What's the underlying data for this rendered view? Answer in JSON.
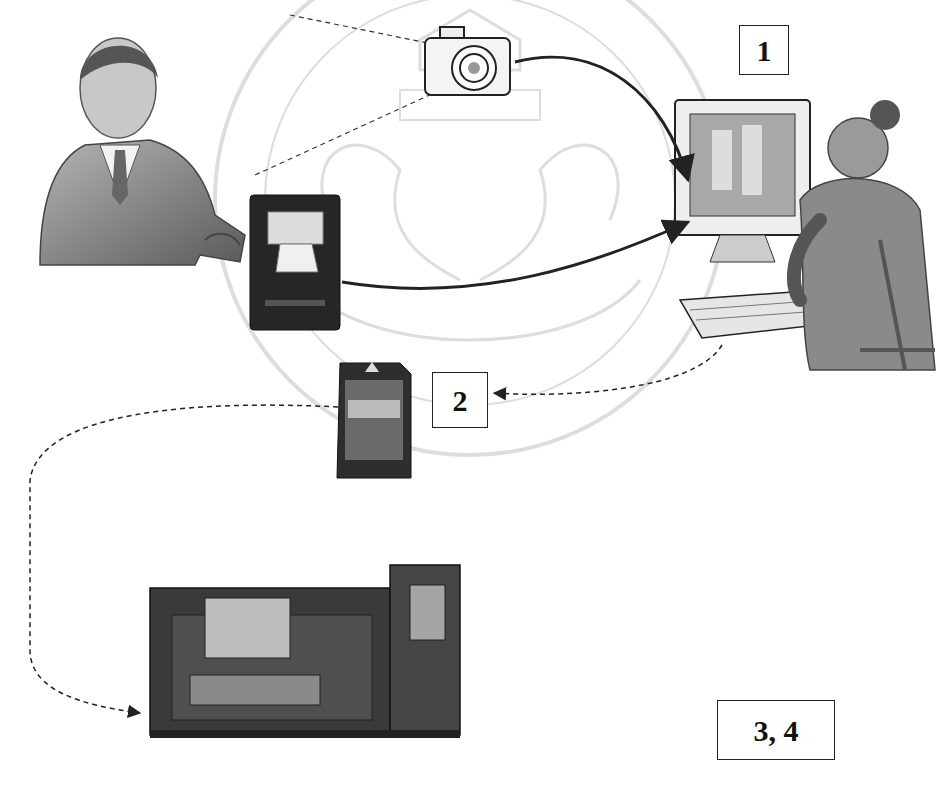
{
  "diagram": {
    "nodes": [
      {
        "text": [
          "1"
        ]
      },
      {
        "text": [
          "2"
        ]
      },
      {
        "text": [
          "3, 4"
        ]
      }
    ]
  }
}
